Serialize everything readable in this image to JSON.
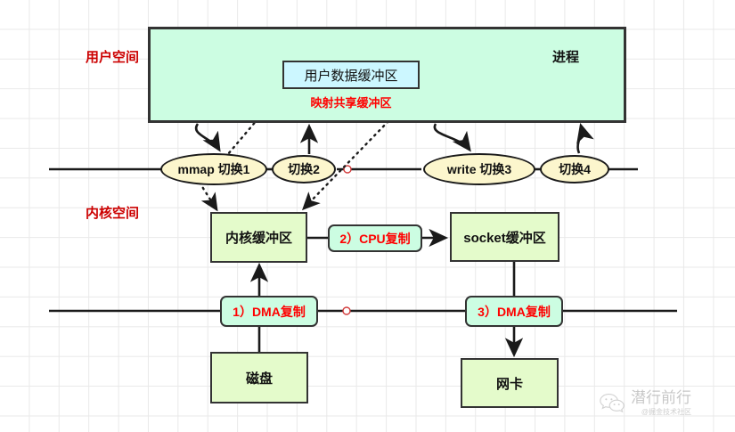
{
  "diagram": {
    "title": "mmap + write zero-copy data flow",
    "colors": {
      "user_space_fill": "#ccfde2",
      "user_buffer_fill": "#ccf7ff",
      "kernel_box_fill": "#e4fbcb",
      "ellipse_fill": "#fcf6cd",
      "copy_label_fill": "#ccfde2",
      "red_text": "#ff0000",
      "label_red": "#cc0000",
      "stroke": "#333333",
      "grid": "#e9e9e9"
    },
    "side_labels": {
      "user_space": "用户空间",
      "kernel_space": "内核空间"
    },
    "user_space": {
      "process_label": "进程",
      "user_data_buffer": "用户数据缓冲区",
      "mapped_shared_buffer": "映射共享缓冲区"
    },
    "switches": [
      {
        "id": "switch-mmap",
        "label": "mmap 切换1"
      },
      {
        "id": "switch-2",
        "label": "切换2"
      },
      {
        "id": "switch-write",
        "label": "write 切换3"
      },
      {
        "id": "switch-4",
        "label": "切换4"
      }
    ],
    "kernel": {
      "kernel_buffer": "内核缓冲区",
      "socket_buffer": "socket缓冲区",
      "cpu_copy": "2）CPU复制"
    },
    "hardware": {
      "disk": "磁盘",
      "nic": "网卡",
      "dma_copy_1": "1）DMA复制",
      "dma_copy_3": "3）DMA复制"
    },
    "watermark": {
      "title": "潜行前行",
      "subtitle": "@掘金技术社区"
    }
  }
}
